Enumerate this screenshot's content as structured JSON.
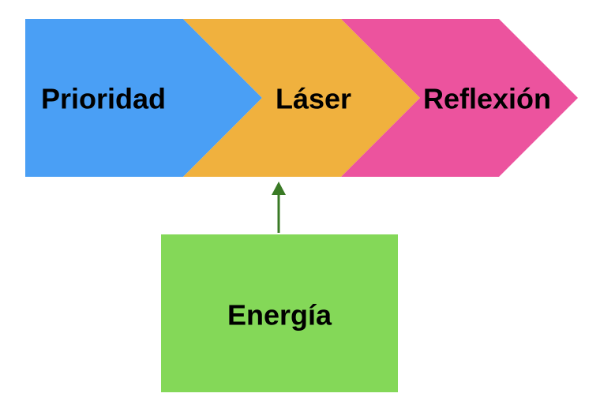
{
  "diagram": {
    "steps": [
      {
        "label": "Prioridad",
        "color": "#4A9FF5"
      },
      {
        "label": "Láser",
        "color": "#F0B13E"
      },
      {
        "label": "Reflexión",
        "color": "#EC539E"
      }
    ],
    "input_box": {
      "label": "Energía",
      "color": "#84D858"
    },
    "arrow": {
      "color": "#3A7A25",
      "from": "Energía",
      "to": "Láser"
    }
  }
}
